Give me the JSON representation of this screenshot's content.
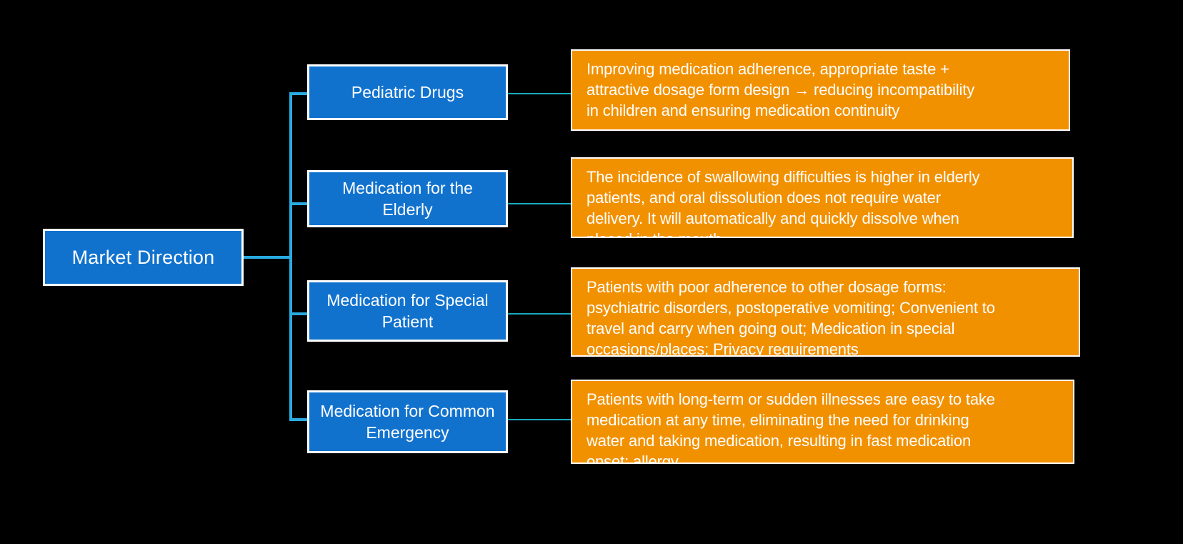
{
  "diagram": {
    "type": "tree-mind-map",
    "root": {
      "label": "Market Direction",
      "color": "#1172CE",
      "border_color": "#FFFFFF",
      "text_color": "#FFFFFF"
    },
    "colors": {
      "background": "#000000",
      "node_blue": "#1172CE",
      "node_orange": "#F29100",
      "connector_trunk": "#29ABE2",
      "connector_leaf": "#1BA9BF",
      "border": "#FFFFFF",
      "text": "#FFFFFF"
    },
    "branches": [
      {
        "category": "Pediatric Drugs",
        "detail": "Improving medication adherence, appropriate taste +\nattractive dosage form design → reducing incompatibility\nin children and ensuring medication continuity"
      },
      {
        "category": "Medication for the Elderly",
        "detail": "The incidence of swallowing difficulties is higher in elderly\npatients, and oral dissolution does not require water\ndelivery. It will automatically and quickly dissolve when\nplaced in the mouth"
      },
      {
        "category": "Medication for Special Patient",
        "detail": "Patients with poor adherence to other dosage forms:\npsychiatric disorders, postoperative vomiting; Convenient to\ntravel and carry when going out; Medication in special\noccasions/places; Privacy requirements"
      },
      {
        "category": "Medication for Common Emergency",
        "detail": "Patients with long-term or sudden illnesses are easy to take\nmedication at any time, eliminating the need for drinking\nwater and taking medication, resulting in fast medication\nonset; allergy"
      }
    ]
  }
}
